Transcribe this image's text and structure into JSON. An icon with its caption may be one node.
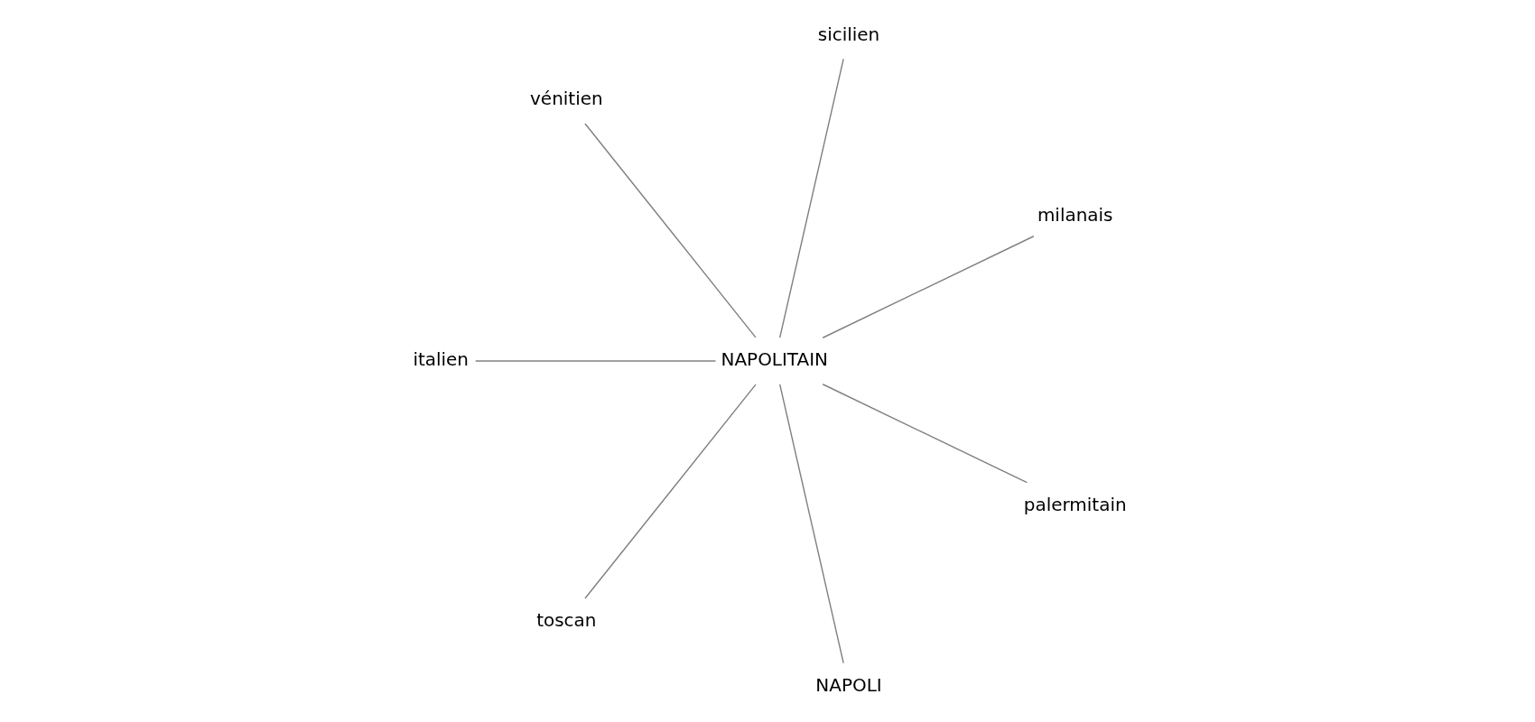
{
  "diagram": {
    "nodes": [
      {
        "text": [
          "vénitien"
        ]
      },
      {
        "text": [
          "sicilien"
        ]
      },
      {
        "text": [
          "italien"
        ]
      },
      {
        "text": [
          "milanais"
        ]
      },
      {
        "text": [
          "NAPOLITAIN"
        ]
      },
      {
        "text": [
          "toscan"
        ]
      },
      {
        "text": [
          "palermitain"
        ]
      },
      {
        "text": [
          "NAPOLI"
        ]
      }
    ],
    "edges": [
      {
        "from": 4,
        "to": 0,
        "arrow": "none"
      },
      {
        "from": 4,
        "to": 1,
        "arrow": "none"
      },
      {
        "from": 4,
        "to": 3,
        "arrow": "none"
      },
      {
        "from": 4,
        "to": 6,
        "arrow": "none"
      },
      {
        "from": 4,
        "to": 7,
        "arrow": "none"
      },
      {
        "from": 4,
        "to": 5,
        "arrow": "none"
      },
      {
        "from": 4,
        "to": 2,
        "arrow": "none"
      }
    ]
  }
}
